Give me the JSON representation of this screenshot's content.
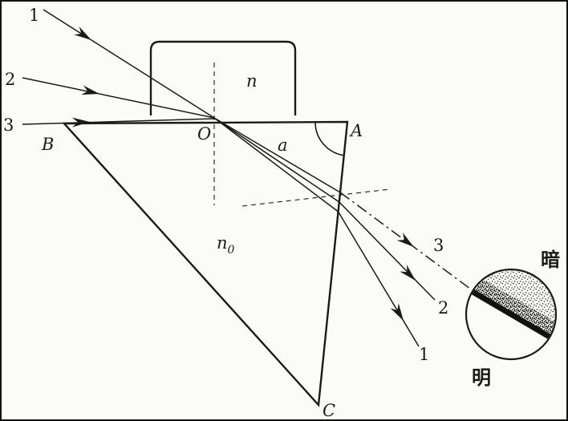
{
  "figure": {
    "incident_ray_labels": {
      "ray1": "1",
      "ray2": "2",
      "ray3": "3"
    },
    "exit_ray_labels": {
      "ray1": "1",
      "ray2": "2",
      "ray3": "3"
    },
    "vertex_labels": {
      "B": "B",
      "A": "A",
      "C": "C",
      "O": "O"
    },
    "angle_label": "a",
    "refractive_indices": {
      "block": "n",
      "prism_base": "n",
      "prism_subscript": "0"
    },
    "field_of_view": {
      "dark_label": "暗",
      "bright_label": "明"
    },
    "colors": {
      "ink": "#1a1a1a",
      "paper": "#fbfbf8"
    }
  }
}
